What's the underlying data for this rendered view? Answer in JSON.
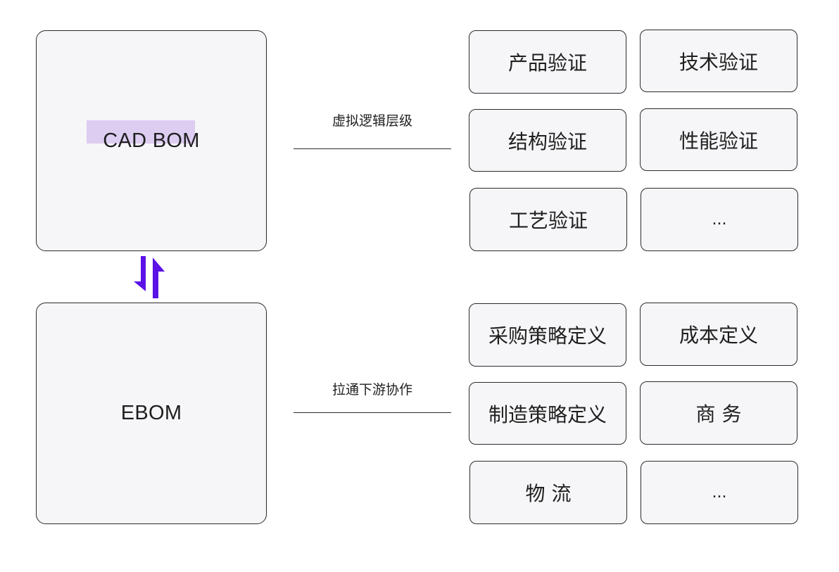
{
  "top_section": {
    "main_box_label": "CAD BOM",
    "connector_label": "虚拟逻辑层级",
    "items": [
      "产品验证",
      "技术验证",
      "结构验证",
      "性能验证",
      "工艺验证",
      "..."
    ]
  },
  "bottom_section": {
    "main_box_label": "EBOM",
    "connector_label": "拉通下游协作",
    "items": [
      "采购策略定义",
      "成本定义",
      "制造策略定义",
      "商 务",
      "物 流",
      "..."
    ]
  },
  "colors": {
    "arrow": "#5a12e6",
    "highlight": "#dccdf1",
    "box_fill": "#f6f6f8",
    "box_border": "#2b2b2b"
  },
  "icons": {
    "sync_arrows": "bidirectional-arrows-icon"
  }
}
